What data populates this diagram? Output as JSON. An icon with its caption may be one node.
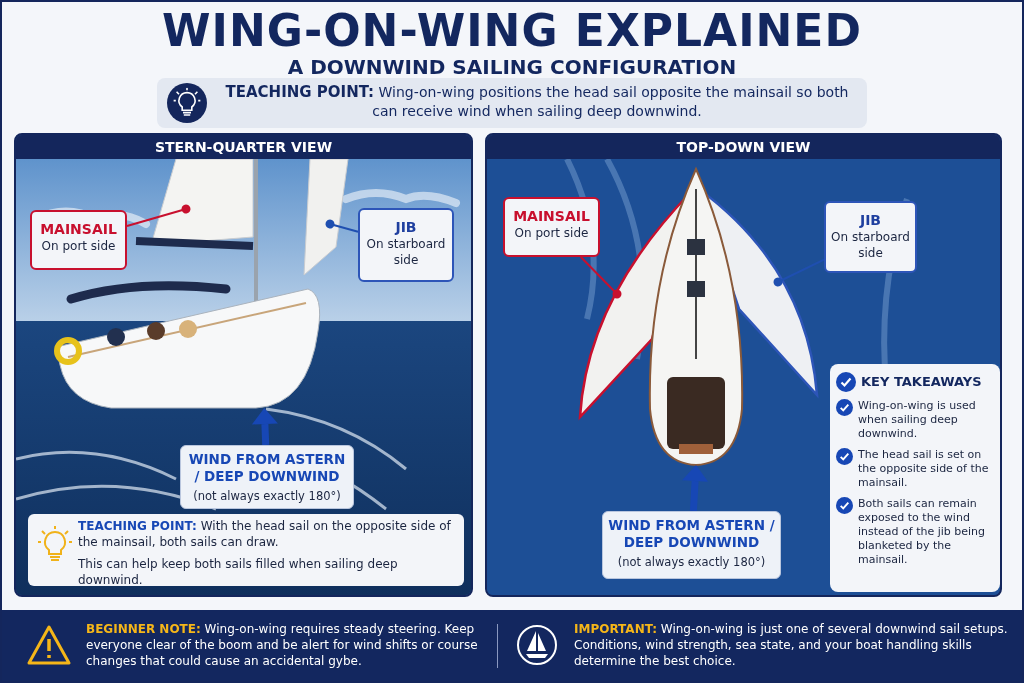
{
  "diagram": {
    "title": "WING-ON-WING EXPLAINED",
    "nodes": [
      {
        "text": [
          "**TEACHING POINT:** Wing-on-wing positions the head sail opposite the mainsail so both can receive wind when sailing deep downwind."
        ]
      },
      {
        "text": [
          "STERN-QUARTER VIEW"
        ]
      },
      {
        "text": [],
        "shape": "picture",
        "in": 1
      },
      {
        "text": [
          "MAINSAIL",
          "On port side"
        ],
        "in": 2
      },
      {
        "text": [
          "JIB",
          "On starboard side"
        ],
        "in": 2
      },
      {
        "text": [
          "WIND FROM ASTERN / DEEP DOWNWIND",
          "(not always exactly 180°)"
        ],
        "in": 2
      },
      {
        "text": [
          "**TEACHING POINT:** With the head sail on the opposite side of the mainsail, both sails can draw.",
          "This can help keep both sails filled when sailing deep downwind."
        ],
        "in": 2
      },
      {
        "text": [
          "TOP-DOWN VIEW"
        ]
      },
      {
        "text": [],
        "shape": "picture",
        "in": 7
      },
      {
        "text": [
          "MAINSAIL",
          "On port side"
        ],
        "in": 8
      },
      {
        "text": [
          "JIB",
          "On starboard side"
        ],
        "in": 8
      },
      {
        "text": [
          "WIND FROM ASTERN / DEEP DOWNWIND",
          "(not always exactly 180°)"
        ],
        "in": 8
      },
      {
        "text": [
          "KEY TAKEAWAYS",
          "Wing-on-wing is used when sailing deep downwind.",
          "The head sail is set on the opposite side of the mainsail.",
          "Both sails can remain exposed to the wind instead of the jib being blanketed by the mainsail."
        ],
        "in": 8
      },
      {
        "text": [
          "**BEGINNER NOTE:** Wing-on-wing requires steady steering. Keep everyone clear of the boom and be alert for wind shifts or course changes that could cause an accidental gybe.",
          "**IMPORTANT:** Wing-on-wing is just one of several downwind sail setups. Conditions, wind strength, sea state, and your boat handling skills determine the best choice."
        ]
      },
      {
        "text": [],
        "shape": "picture",
        "in": 2
      },
      {
        "text": [],
        "shape": "picture",
        "in": 8
      }
    ],
    "edges": [
      {
        "from": 3,
        "to": 2,
        "arrow": "other",
        "color": "#c8102e"
      },
      {
        "from": 4,
        "to": 2,
        "arrow": "other",
        "color": "#1f4fb0"
      },
      {
        "from": 5,
        "to": 14,
        "arrow": "to",
        "style": "thick",
        "color": "#1747b5"
      },
      {
        "from": 9,
        "to": 8,
        "arrow": "other",
        "color": "#c8102e"
      },
      {
        "from": 10,
        "to": 8,
        "arrow": "other",
        "color": "#1f4fb0"
      },
      {
        "from": 11,
        "to": 15,
        "arrow": "to",
        "style": "thick",
        "color": "#1747b5"
      }
    ],
    "labels": [
      "A DOWNWIND SAILING CONFIGURATION"
    ]
  }
}
